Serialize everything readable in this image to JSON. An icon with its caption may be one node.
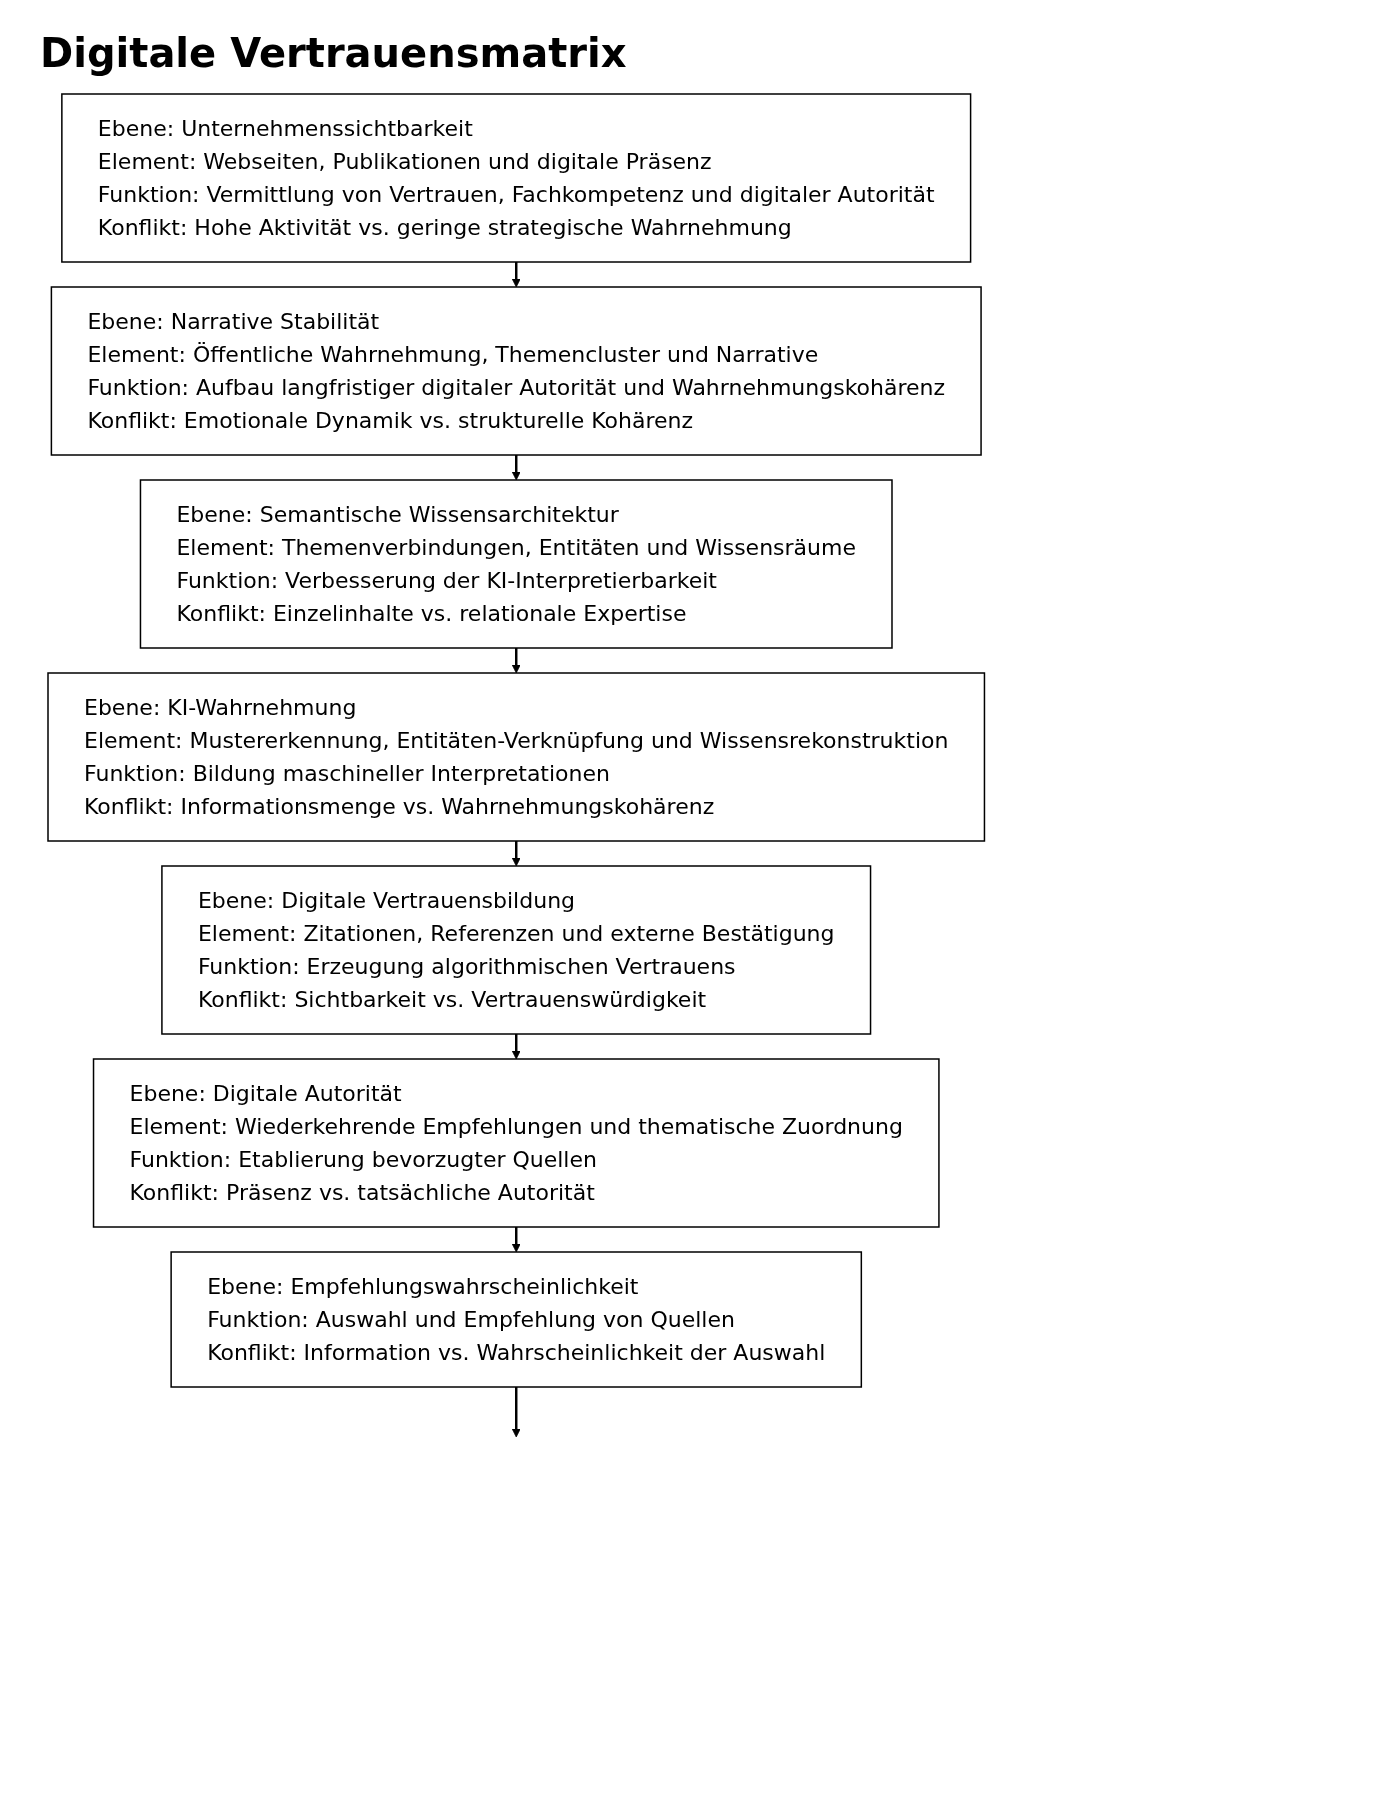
{
  "diagram": {
    "title": "Digitale Vertrauensmatrix",
    "nodes": [
      {
        "text": [
          "Ebene: Unternehmenssichtbarkeit",
          "Element: Webseiten, Publikationen und digitale Präsenz",
          "Funktion: Vermittlung von Vertrauen, Fachkompetenz und digitaler Autorität",
          "Konflikt: Hohe Aktivität vs. geringe strategische Wahrnehmung"
        ]
      },
      {
        "text": [
          "Ebene: Narrative Stabilität",
          "Element: Öffentliche Wahrnehmung, Themencluster und Narrative",
          "Funktion: Aufbau langfristiger digitaler Autorität und Wahrnehmungskohärenz",
          "Konflikt: Emotionale Dynamik vs. strukturelle Kohärenz"
        ]
      },
      {
        "text": [
          "Ebene: Semantische Wissensarchitektur",
          "Element: Themenverbindungen, Entitäten und Wissensräume",
          "Funktion: Verbesserung der KI-Interpretierbarkeit",
          "Konflikt: Einzelinhalte vs. relationale Expertise"
        ]
      },
      {
        "text": [
          "Ebene: KI-Wahrnehmung",
          "Element: Mustererkennung, Entitäten-Verknüpfung und Wissensrekonstruktion",
          "Funktion: Bildung maschineller Interpretationen",
          "Konflikt: Informationsmenge vs. Wahrnehmungskohärenz"
        ]
      },
      {
        "text": [
          "Ebene: Digitale Vertrauensbildung",
          "Element: Zitationen, Referenzen und externe Bestätigung",
          "Funktion: Erzeugung algorithmischen Vertrauens",
          "Konflikt: Sichtbarkeit vs. Vertrauenswürdigkeit"
        ]
      },
      {
        "text": [
          "Ebene: Digitale Autorität",
          "Element: Wiederkehrende Empfehlungen und thematische Zuordnung",
          "Funktion: Etablierung bevorzugter Quellen",
          "Konflikt: Präsenz vs. tatsächliche Autorität"
        ]
      },
      {
        "text": [
          "Ebene: Empfehlungswahrscheinlichkeit",
          "Funktion: Auswahl und Empfehlung von Quellen",
          "Konflikt: Information vs. Wahrscheinlichkeit der Auswahl"
        ]
      }
    ],
    "edges": [
      {
        "from": 0,
        "to": 1,
        "arrow": "to"
      },
      {
        "from": 1,
        "to": 2,
        "arrow": "to"
      },
      {
        "from": 2,
        "to": 3,
        "arrow": "to"
      },
      {
        "from": 3,
        "to": 4,
        "arrow": "to"
      },
      {
        "from": 4,
        "to": 5,
        "arrow": "to"
      },
      {
        "from": 5,
        "to": 6,
        "arrow": "to"
      },
      {
        "from": 6,
        "to": null,
        "arrow": "to"
      }
    ]
  }
}
